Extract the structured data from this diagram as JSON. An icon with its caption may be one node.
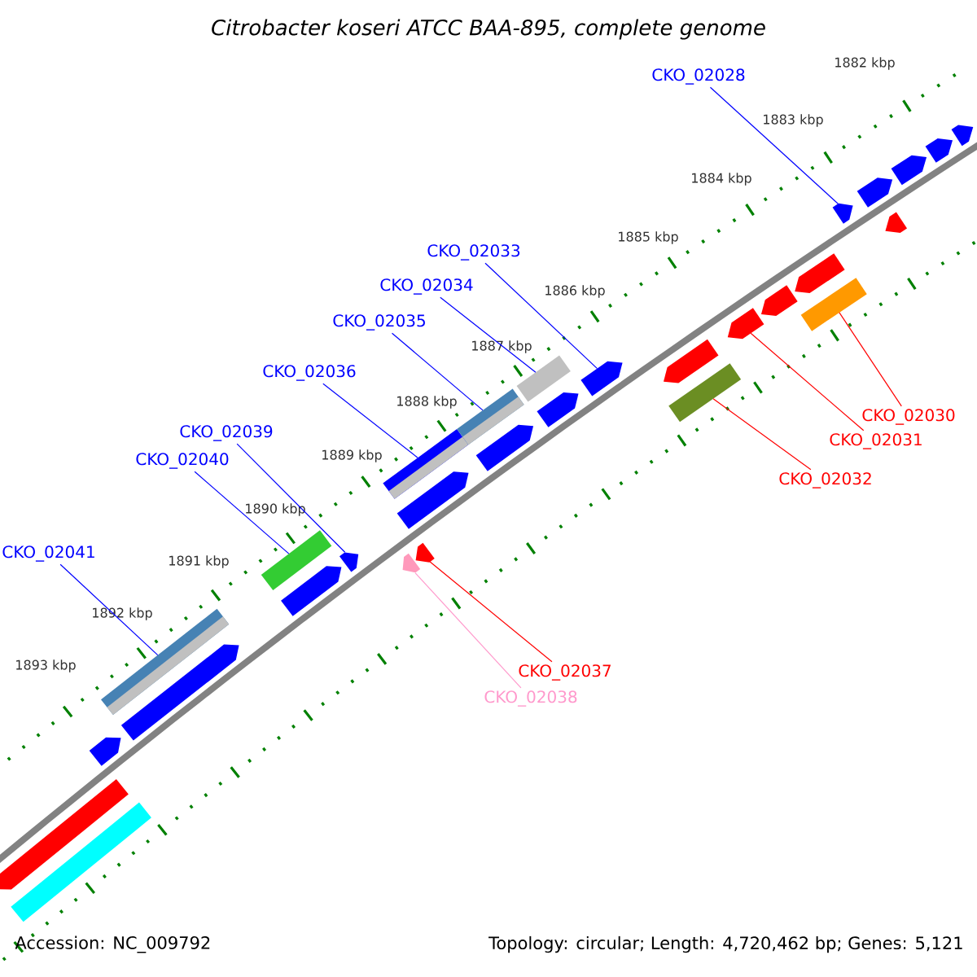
{
  "diagram": {
    "title": "Citrobacter koseri ATCC BAA-895, complete genome",
    "nodes": [
      {
        "text": [
          "CKO_02028"
        ]
      },
      {
        "text": [
          "CKO_02033"
        ]
      },
      {
        "text": [
          "CKO_02034"
        ]
      },
      {
        "text": [
          "CKO_02035"
        ]
      },
      {
        "text": [
          "CKO_02036"
        ]
      },
      {
        "text": [
          "CKO_02030"
        ]
      },
      {
        "text": [
          "CKO_02039"
        ]
      },
      {
        "text": [
          "CKO_02031"
        ]
      },
      {
        "text": [
          "CKO_02040"
        ]
      },
      {
        "text": [
          "CKO_02032"
        ]
      },
      {
        "text": [
          "CKO_02041"
        ]
      },
      {
        "text": [
          "CKO_02037"
        ]
      },
      {
        "text": [
          "CKO_02038"
        ]
      },
      {
        "text": [],
        "shape": "arrow"
      },
      {
        "text": [],
        "shape": "bar"
      },
      {
        "text": [],
        "shape": "arrow"
      },
      {
        "text": [],
        "shape": "arrow"
      },
      {
        "text": [],
        "shape": "bar"
      },
      {
        "text": [],
        "shape": "arrow"
      },
      {
        "text": [],
        "shape": "bar"
      },
      {
        "text": [],
        "shape": "arrow"
      },
      {
        "text": [],
        "shape": "arrow"
      },
      {
        "text": [],
        "shape": "arrow"
      },
      {
        "text": [],
        "shape": "arrow"
      },
      {
        "text": [],
        "shape": "bar"
      },
      {
        "text": [],
        "shape": "arrow"
      },
      {
        "text": [],
        "shape": "bar"
      },
      {
        "text": [],
        "shape": "arrow"
      },
      {
        "text": [],
        "shape": "bar"
      },
      {
        "text": [],
        "shape": "arrow"
      },
      {
        "text": [],
        "shape": "bar"
      },
      {
        "text": [],
        "shape": "arrow"
      },
      {
        "text": [],
        "shape": "arrow"
      },
      {
        "text": [],
        "shape": "arrow"
      },
      {
        "text": [],
        "shape": "bar"
      },
      {
        "text": [],
        "shape": "arrow"
      },
      {
        "text": [],
        "shape": "arrow"
      },
      {
        "text": [],
        "shape": "arrow"
      },
      {
        "text": [],
        "shape": "arrow"
      },
      {
        "text": [],
        "shape": "arrow"
      },
      {
        "text": [],
        "shape": "arrow"
      },
      {
        "text": [],
        "shape": "arrow"
      }
    ],
    "edges": [
      {
        "from": 0,
        "to": 36,
        "arrow": "none"
      },
      {
        "from": 1,
        "to": 29,
        "arrow": "none"
      },
      {
        "from": 2,
        "to": 28,
        "arrow": "none"
      },
      {
        "from": 3,
        "to": 26,
        "arrow": "none"
      },
      {
        "from": 4,
        "to": 24,
        "arrow": "none"
      },
      {
        "from": 5,
        "to": 34,
        "arrow": "none",
        "color": "#ff0000"
      },
      {
        "from": 6,
        "to": 20,
        "arrow": "none"
      },
      {
        "from": 7,
        "to": 32,
        "arrow": "none",
        "color": "#ff0000"
      },
      {
        "from": 8,
        "to": 19,
        "arrow": "none"
      },
      {
        "from": 9,
        "to": 30,
        "arrow": "none",
        "color": "#ff0000"
      },
      {
        "from": 10,
        "to": 17,
        "arrow": "none"
      },
      {
        "from": 11,
        "to": 22,
        "arrow": "none",
        "color": "#ff0000"
      },
      {
        "from": 12,
        "to": 21,
        "arrow": "none",
        "color": "#ff99cc"
      }
    ],
    "labels": [
      "1882 kbp",
      "1883 kbp",
      "1884 kbp",
      "1885 kbp",
      "1886 kbp",
      "1887 kbp",
      "1888 kbp",
      "1889 kbp",
      "1890 kbp",
      "1891 kbp",
      "1892 kbp",
      "1893 kbp",
      "Accession: NC_009792",
      "Topology: circular; Length: 4,720,462 bp; Genes: 5,121"
    ]
  }
}
